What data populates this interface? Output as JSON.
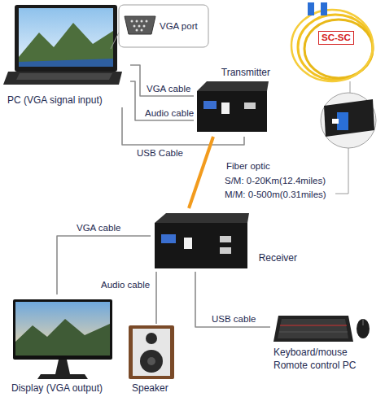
{
  "diagram": {
    "nodes": [
      {
        "text": [
          "PC (VGA signal input)"
        ]
      },
      {
        "text": [
          "Transmitter"
        ]
      },
      {
        "text": [
          "Receiver"
        ]
      },
      {
        "text": [
          "Display (VGA output)"
        ]
      },
      {
        "text": [
          "Speaker"
        ]
      },
      {
        "text": [
          "Keyboard/mouse",
          "Romote control PC"
        ]
      }
    ],
    "edges": [
      {
        "from": 0,
        "to": 1,
        "label": "VGA cable",
        "arrow": "none"
      },
      {
        "from": 0,
        "to": 1,
        "label": "Audio cable",
        "arrow": "none"
      },
      {
        "from": 0,
        "to": 1,
        "label": "USB Cable",
        "arrow": "none"
      },
      {
        "from": 1,
        "to": 2,
        "label": "Fiber optic",
        "arrow": "none"
      },
      {
        "from": 2,
        "to": 3,
        "label": "VGA cable",
        "arrow": "none"
      },
      {
        "from": 2,
        "to": 4,
        "label": "Audio cable",
        "arrow": "none"
      },
      {
        "from": 2,
        "to": 5,
        "label": "USB cable",
        "arrow": "none"
      }
    ],
    "labels": [
      "VGA port",
      "SC-SC",
      "S/M: 0-20Km(12.4miles)",
      "M/M: 0-500m(0.31miles)"
    ]
  }
}
